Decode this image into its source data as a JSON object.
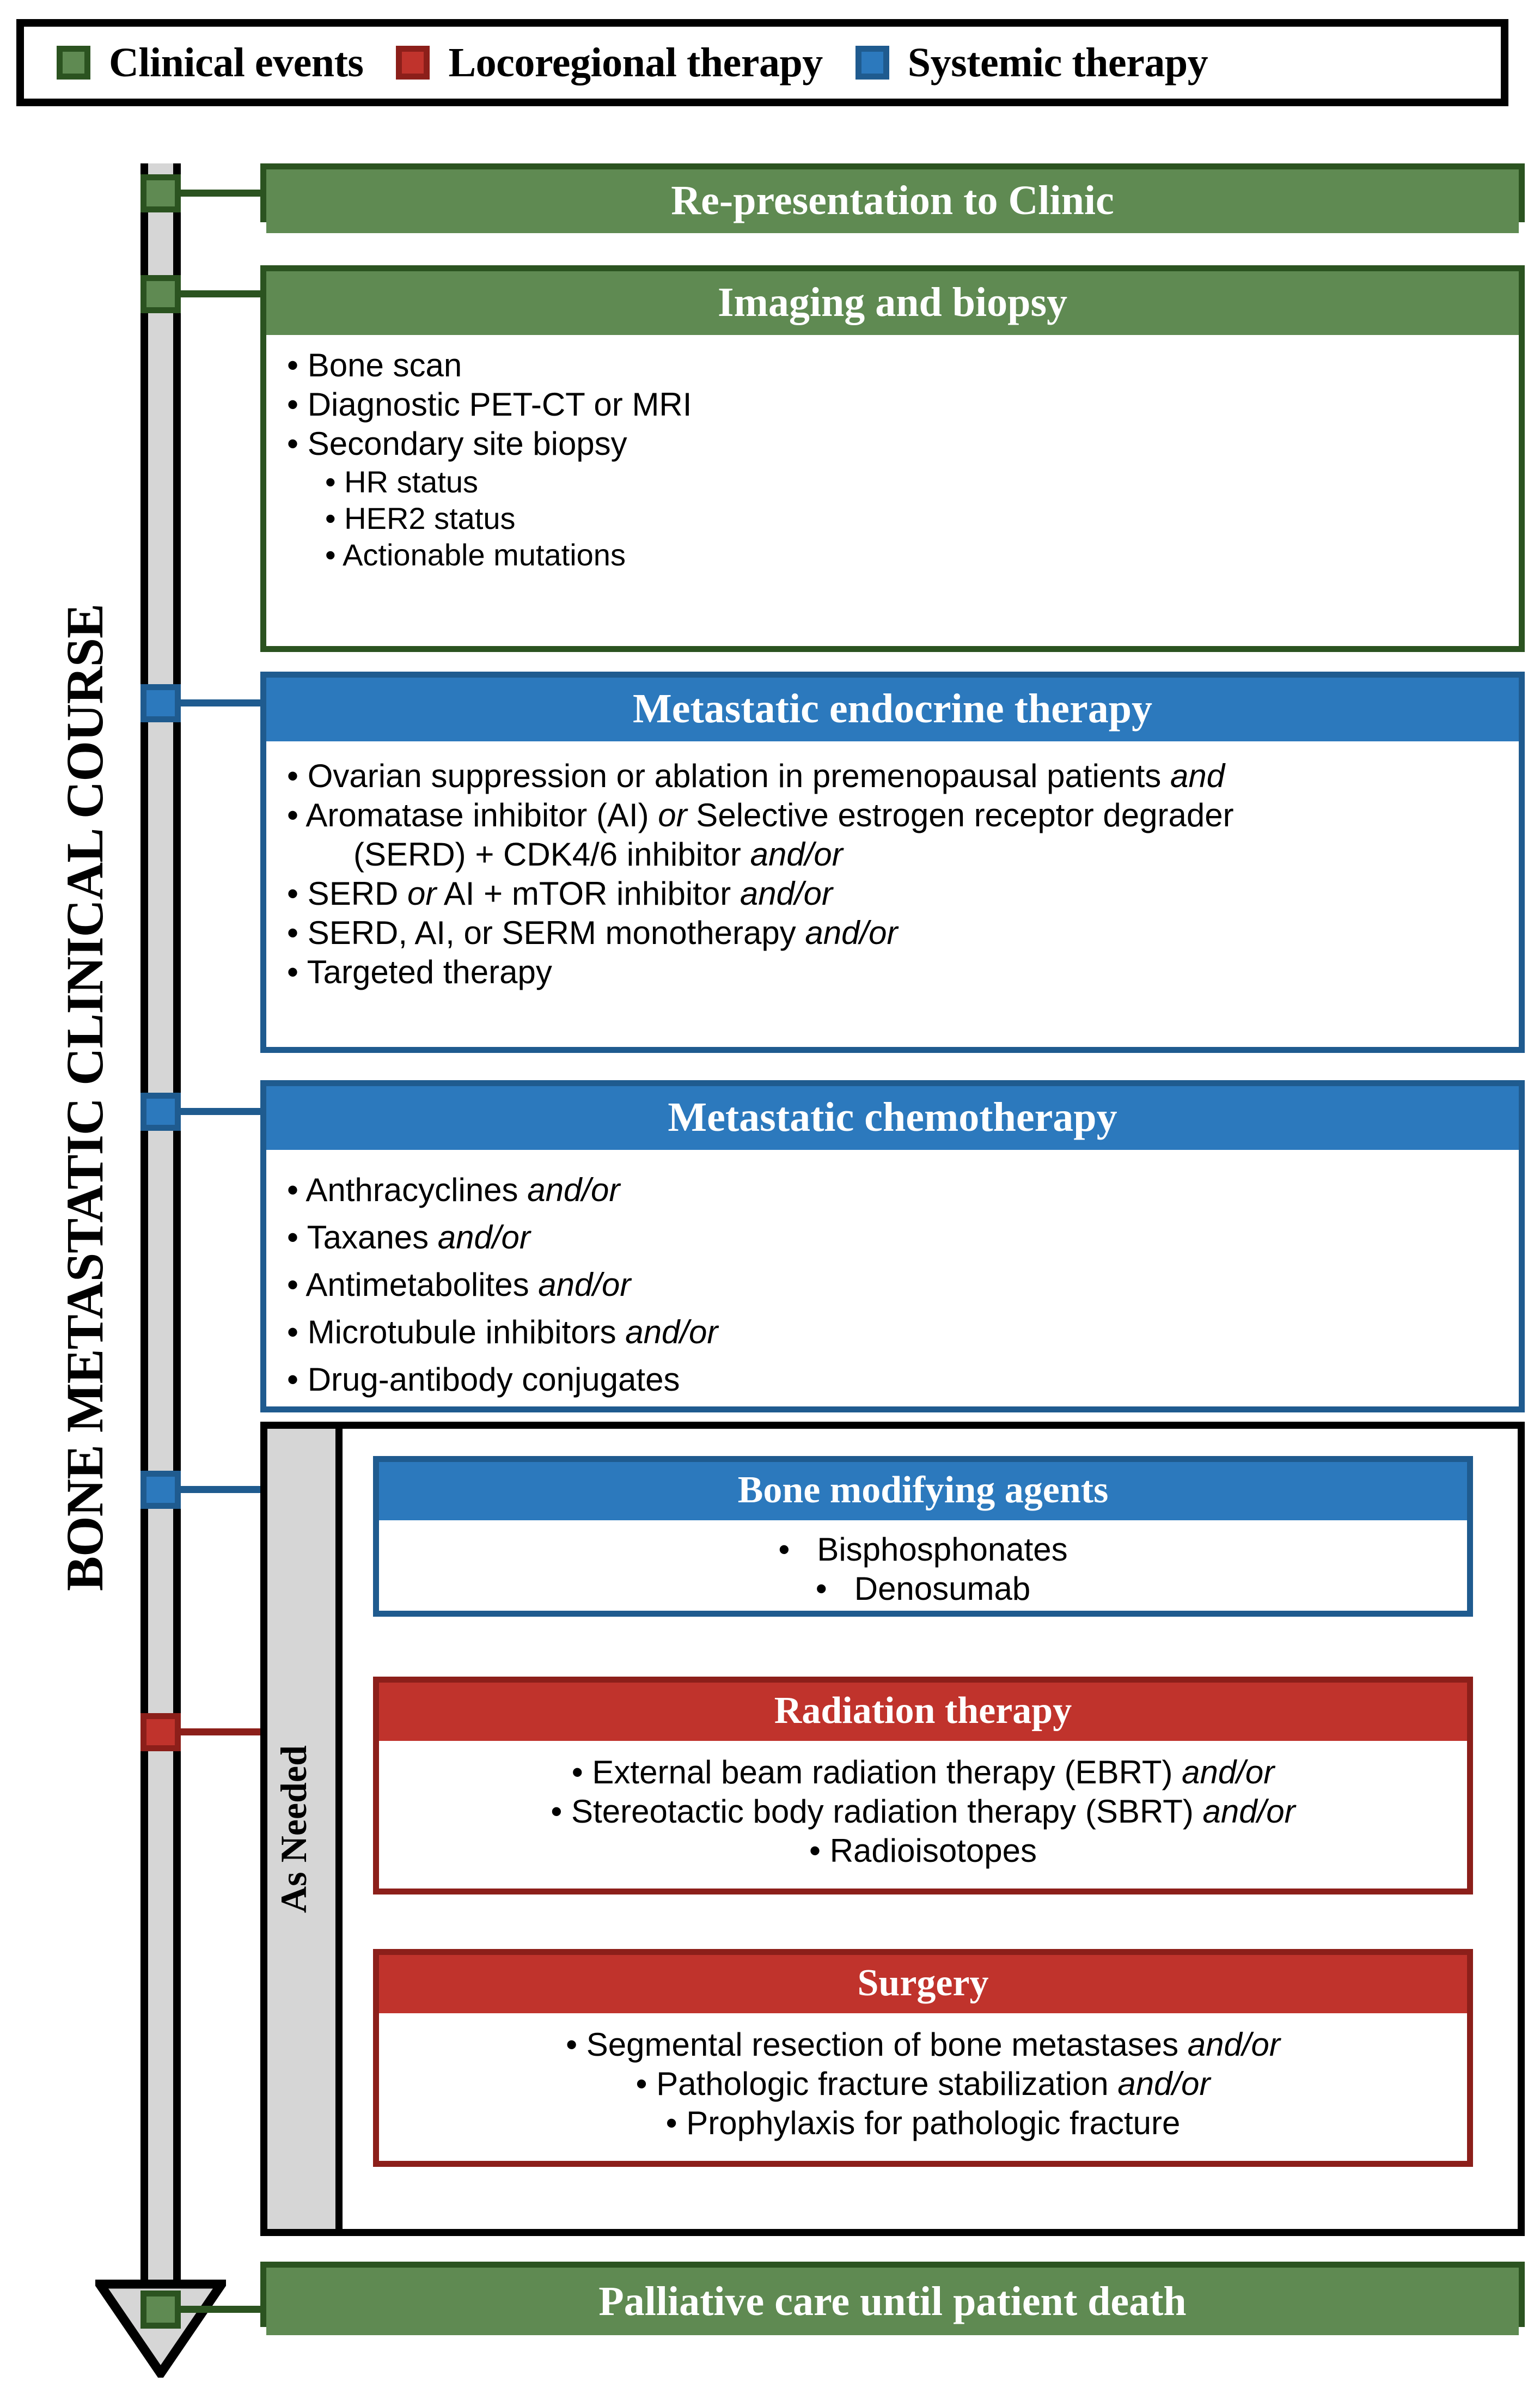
{
  "axis": {
    "title": "BONE METASTATIC CLINICAL COURSE"
  },
  "legend": {
    "items": [
      {
        "label": "Clinical events",
        "color": "#5f8a52",
        "border": "#2b5320",
        "icon": "green-square-swatch"
      },
      {
        "label": "Locoregional therapy",
        "color": "#c0332c",
        "border": "#8c1f1a",
        "icon": "red-square-swatch"
      },
      {
        "label": "Systemic therapy",
        "color": "#2c79bd",
        "border": "#1f5b8f",
        "icon": "blue-square-swatch"
      }
    ]
  },
  "as_needed": {
    "label": "As Needed"
  },
  "cards": {
    "re_presentation": {
      "title": "Re-presentation to Clinic",
      "type": "clinical"
    },
    "imaging": {
      "title": "Imaging and biopsy",
      "type": "clinical",
      "items": [
        {
          "level": 1,
          "text": "Bone scan"
        },
        {
          "level": 1,
          "text": "Diagnostic PET-CT or MRI"
        },
        {
          "level": 1,
          "text": "Secondary site biopsy"
        },
        {
          "level": 2,
          "text": "HR status"
        },
        {
          "level": 2,
          "text": "HER2 status"
        },
        {
          "level": 2,
          "text": "Actionable mutations"
        }
      ]
    },
    "endocrine": {
      "title": "Metastatic endocrine therapy",
      "type": "systemic",
      "items": [
        {
          "level": 1,
          "text": "Ovarian suppression or ablation in premenopausal patients ",
          "em": "and"
        },
        {
          "level": 1,
          "text": "Aromatase inhibitor (AI) |or| Selective estrogen receptor degrader"
        },
        {
          "level": 0,
          "text": "(SERD) + CDK4/6 inhibitor ",
          "em": "and/or"
        },
        {
          "level": 1,
          "text": "SERD |or| AI + mTOR inhibitor ",
          "em": "and/or"
        },
        {
          "level": 1,
          "text": "SERD, AI, or SERM monotherapy ",
          "em": "and/or"
        },
        {
          "level": 1,
          "text": "Targeted therapy"
        }
      ]
    },
    "chemo": {
      "title": "Metastatic chemotherapy",
      "type": "systemic",
      "items": [
        {
          "level": 1,
          "text": "Anthracyclines ",
          "em": "and/or"
        },
        {
          "level": 1,
          "text": "Taxanes  ",
          "em": "and/or"
        },
        {
          "level": 1,
          "text": "Antimetabolites ",
          "em": "and/or"
        },
        {
          "level": 1,
          "text": "Microtubule inhibitors ",
          "em": "and/or"
        },
        {
          "level": 1,
          "text": "Drug-antibody conjugates"
        }
      ]
    },
    "bone_agents": {
      "title": "Bone modifying agents",
      "type": "systemic",
      "items": [
        {
          "text": "Bisphosphonates"
        },
        {
          "text": "Denosumab"
        }
      ]
    },
    "radiation": {
      "title": "Radiation therapy",
      "type": "locoregional",
      "items": [
        {
          "text": "External beam radiation therapy (EBRT) ",
          "em": "and/or"
        },
        {
          "text": "Stereotactic body radiation therapy (SBRT) ",
          "em": "and/or"
        },
        {
          "text": "Radioisotopes"
        }
      ]
    },
    "surgery": {
      "title": "Surgery",
      "type": "locoregional",
      "items": [
        {
          "text": "Segmental resection of bone metastases ",
          "em": "and/or"
        },
        {
          "text": "Pathologic fracture stabilization ",
          "em": "and/or"
        },
        {
          "text": "Prophylaxis for pathologic fracture"
        }
      ]
    },
    "palliative": {
      "title": "Palliative care until patient death",
      "type": "clinical"
    }
  },
  "colors": {
    "clinical_fill": "#5f8a52",
    "clinical_border": "#2b5320",
    "locoregional_fill": "#c0332c",
    "locoregional_border": "#8c1f1a",
    "systemic_fill": "#2c79bd",
    "systemic_border": "#1f5b8f",
    "timeline_fill": "#d6d6d6",
    "timeline_border": "#000000"
  }
}
